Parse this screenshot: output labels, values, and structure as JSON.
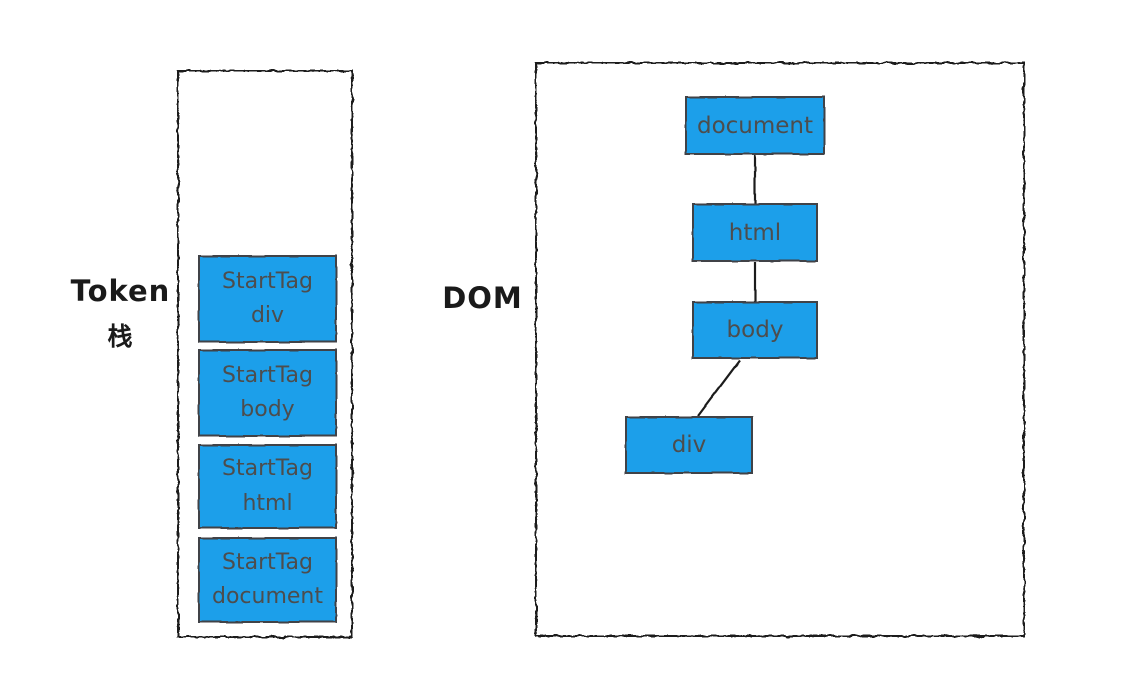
{
  "colors": {
    "node_fill": "#1a9fea",
    "node_border": "#3f4246",
    "node_text": "#4d4d4d",
    "outline": "#1a1a1a",
    "label_text": "#1a1a1a"
  },
  "labels": {
    "token_line1": "Token",
    "token_line2": "栈",
    "dom": "DOM"
  },
  "token_stack": {
    "items": [
      {
        "line1": "StartTag",
        "line2": "div"
      },
      {
        "line1": "StartTag",
        "line2": "body"
      },
      {
        "line1": "StartTag",
        "line2": "html"
      },
      {
        "line1": "StartTag",
        "line2": "document"
      }
    ]
  },
  "dom_tree": {
    "nodes": [
      {
        "label": "document"
      },
      {
        "label": "html"
      },
      {
        "label": "body"
      },
      {
        "label": "div"
      }
    ],
    "edges": [
      {
        "from": "document",
        "to": "html"
      },
      {
        "from": "html",
        "to": "body"
      },
      {
        "from": "body",
        "to": "div"
      }
    ]
  }
}
